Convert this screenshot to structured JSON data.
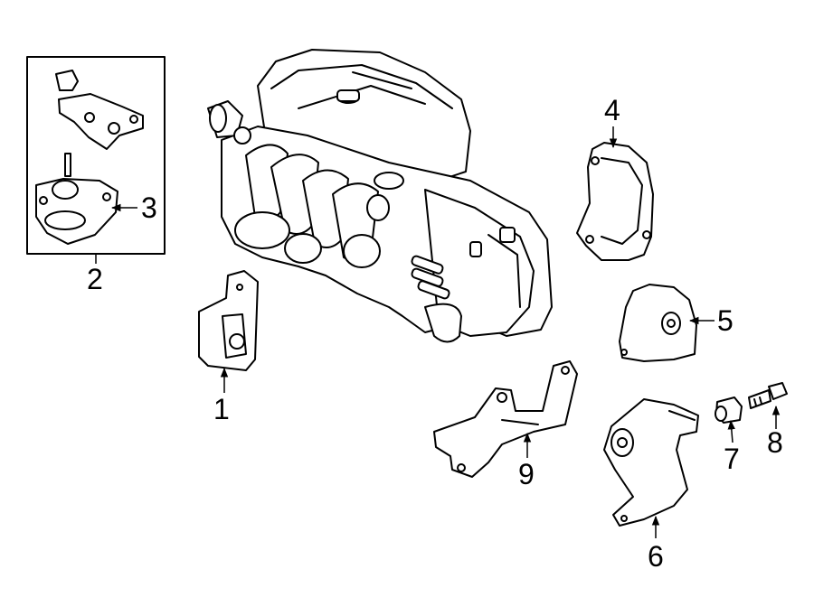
{
  "diagram": {
    "callouts": {
      "c1": "1",
      "c2": "2",
      "c3": "3",
      "c4": "4",
      "c5": "5",
      "c6": "6",
      "c7": "7",
      "c8": "8",
      "c9": "9"
    },
    "line_color": "#000000",
    "fill_color": "#ffffff"
  }
}
